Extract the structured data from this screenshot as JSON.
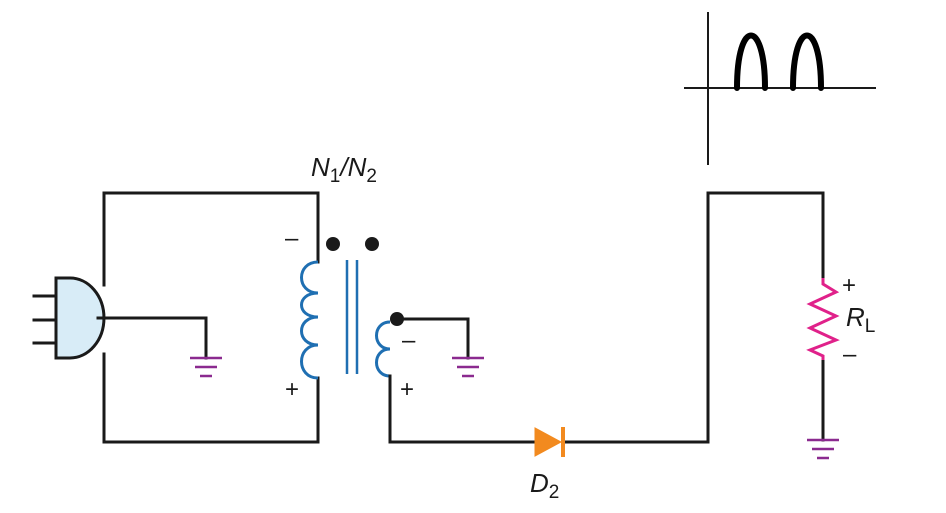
{
  "labels": {
    "turns_ratio": {
      "n1": "N",
      "sub1": "1",
      "slash": "/",
      "n2": "N",
      "sub2": "2"
    },
    "diode": {
      "name": "D",
      "sub": "2"
    },
    "resistor": {
      "name": "R",
      "sub": "L"
    },
    "primary_top_sign": "–",
    "primary_bottom_sign": "+",
    "secondary_top_sign": "–",
    "secondary_bottom_sign": "+",
    "load_top_sign": "+",
    "load_bottom_sign": "–"
  },
  "colors": {
    "wire": "#1a1a1a",
    "coil": "#1f6fb2",
    "plug_fill": "#d8ecf7",
    "ground": "#8b2a8f",
    "diode": "#f28a1f",
    "resistor": "#e0218a"
  },
  "icons": {
    "source": "ac-plug-icon",
    "transformer": "transformer-icon",
    "diode": "diode-icon",
    "resistor": "resistor-icon",
    "ground": "ground-icon"
  }
}
